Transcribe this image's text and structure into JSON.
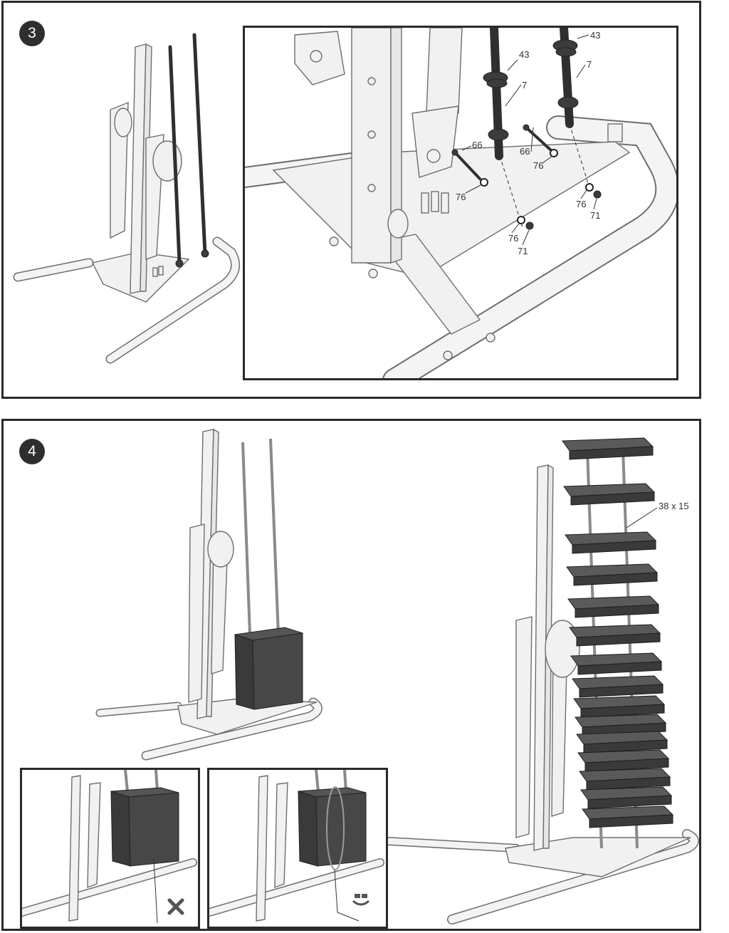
{
  "steps": [
    {
      "number": "3",
      "callouts": [
        "43",
        "43",
        "7",
        "7",
        "66",
        "66",
        "76",
        "76",
        "76",
        "76",
        "71",
        "71"
      ]
    },
    {
      "number": "4",
      "plate_quantity": "38 x 15",
      "inset_wrong_icon": "cross-icon",
      "inset_right_icon": "grease-tube-icon"
    }
  ]
}
